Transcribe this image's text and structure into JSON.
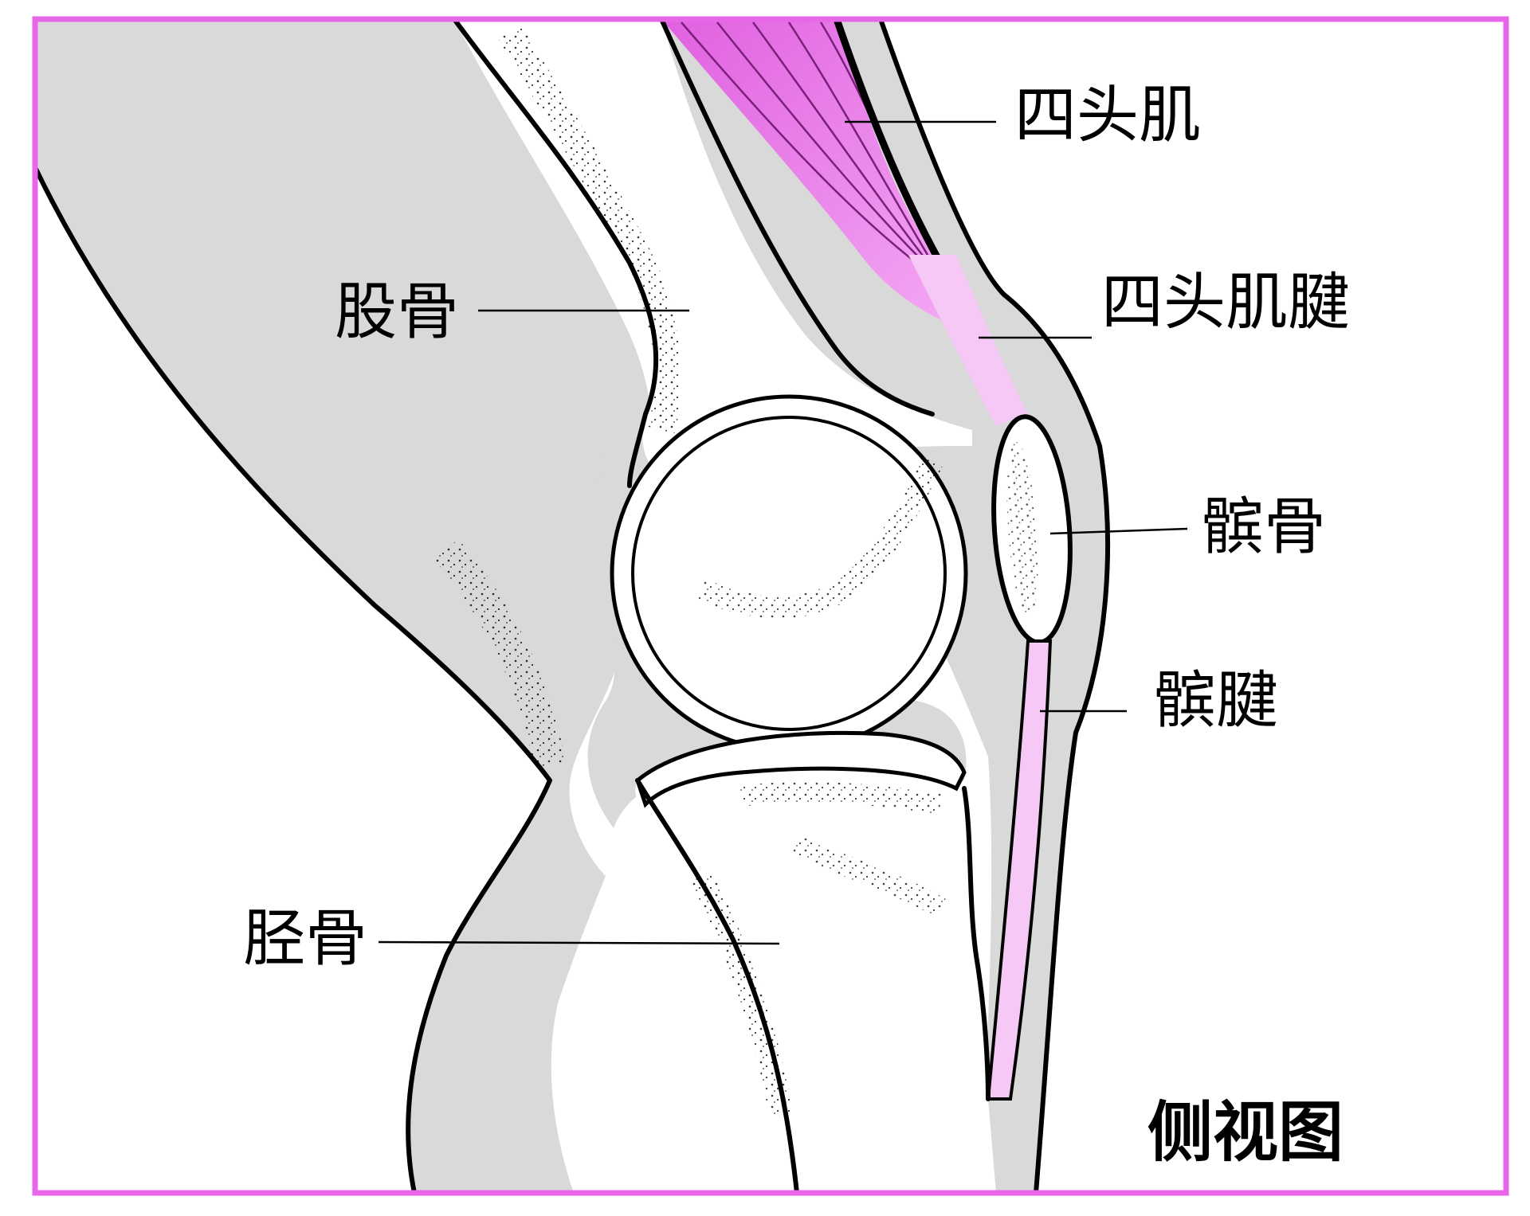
{
  "labels": {
    "quadriceps": "四头肌",
    "quadriceps_tendon": "四头肌腱",
    "femur": "股骨",
    "patella": "髌骨",
    "patellar_tendon": "髌腱",
    "tibia": "胫骨"
  },
  "title": "侧视图",
  "colors": {
    "frame": "#e866e8",
    "soft_tissue": "#d9d9d9",
    "bone": "#ffffff",
    "muscle": "#ee88ee",
    "tendon": "#f6c8f6",
    "outline": "#000000"
  }
}
